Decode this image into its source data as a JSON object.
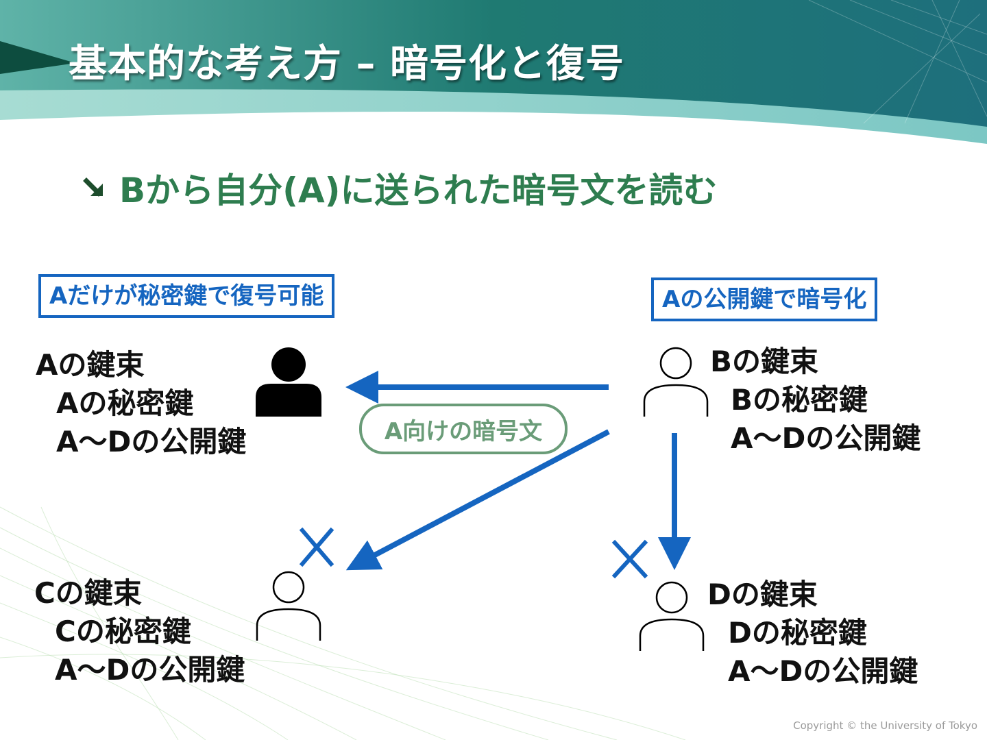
{
  "slide": {
    "title": "基本的な考え方 – 暗号化と復号",
    "bullet": "Bから自分(A)に送られた暗号文を読む",
    "copyright": "Copyright © the University of Tokyo"
  },
  "callouts": {
    "left": "Aだけが秘密鍵で復号可能",
    "right": "Aの公開鍵で暗号化"
  },
  "message_label": "A向けの暗号文",
  "keyrings": {
    "a": {
      "title": "Aの鍵束",
      "private_key": "Aの秘密鍵",
      "public_keys": "A～Dの公開鍵"
    },
    "b": {
      "title": "Bの鍵束",
      "private_key": "Bの秘密鍵",
      "public_keys": "A～Dの公開鍵"
    },
    "c": {
      "title": "Cの鍵束",
      "private_key": "Cの秘密鍵",
      "public_keys": "A～Dの公開鍵"
    },
    "d": {
      "title": "Dの鍵束",
      "private_key": "Dの秘密鍵",
      "public_keys": "A～Dの公開鍵"
    }
  },
  "colors": {
    "header_teal": "#1f7a72",
    "bullet_green": "#2e7d4f",
    "accent_blue": "#1565c0",
    "pill_green": "#6a9c78"
  }
}
